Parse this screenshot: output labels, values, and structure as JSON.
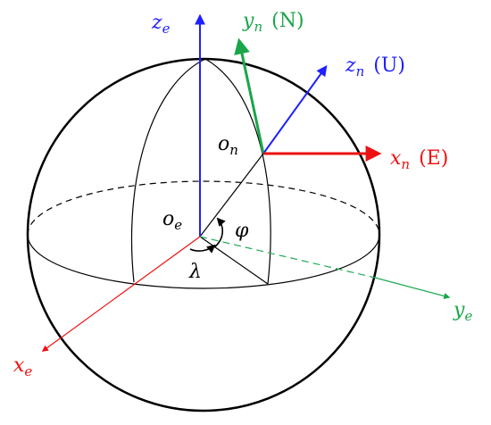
{
  "colors": {
    "black": "#000000",
    "blue": "#1f1fff",
    "green": "#1aa64a",
    "red": "#ee1111",
    "green_dashed": "#22aa55"
  },
  "labels": {
    "z_e": "z",
    "z_e_sub": "e",
    "y_n": "y",
    "y_n_sub": "n",
    "y_n_dir": "(N)",
    "z_n": "z",
    "z_n_sub": "n",
    "z_n_dir": "(U)",
    "x_n": "x",
    "x_n_sub": "n",
    "x_n_dir": "(E)",
    "o_n": "o",
    "o_n_sub": "n",
    "o_e": "o",
    "o_e_sub": "e",
    "phi": "φ",
    "lambda": "λ",
    "y_e": "y",
    "y_e_sub": "e",
    "x_e": "x",
    "x_e_sub": "e"
  }
}
